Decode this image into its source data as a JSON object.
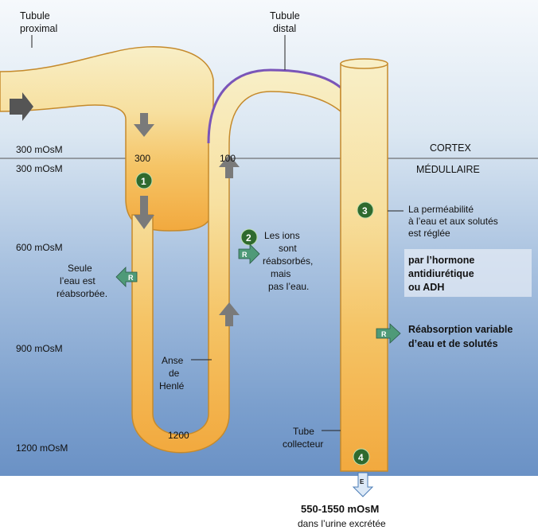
{
  "labels": {
    "proximal_l1": "Tubule",
    "proximal_l2": "proximal",
    "distal_l1": "Tubule",
    "distal_l2": "distal",
    "osm_300_cortex": "300 mOsM",
    "osm_300_med": "300 mOsM",
    "osm_600": "600 mOsM",
    "osm_900": "900 mOsM",
    "osm_1200": "1200 mOsM",
    "cortex": "CORTEX",
    "medullaire": "MÉDULLAIRE",
    "val_300": "300",
    "val_100": "100",
    "val_1200": "1200",
    "step_1": "1",
    "step_2": "2",
    "step_3": "3",
    "step_4": "4",
    "seule_l1": "Seule",
    "seule_l2": "l’eau est",
    "seule_l3": "réabsorbée.",
    "ions_l1": "Les ions",
    "ions_l2": "sont",
    "ions_l3": "réabsorbés,",
    "ions_l4": "mais",
    "ions_l5": "pas l’eau.",
    "perm_l1": "La perméabilité",
    "perm_l2": "à l’eau et aux solutés",
    "perm_l3": "est réglée",
    "adh_l1": "par l’hormone",
    "adh_l2": "antidiurétique",
    "adh_l3": "ou ADH",
    "reab_l1": "Réabsorption variable",
    "reab_l2": "d’eau et de solutés",
    "anse_l1": "Anse",
    "anse_l2": "de",
    "anse_l3": "Henlé",
    "tube_l1": "Tube",
    "tube_l2": "collecteur",
    "out_value": "550-1550 mOsM",
    "out_desc": "dans l’urine excrétée",
    "r_marker": "R",
    "e_marker": "E"
  },
  "colors": {
    "tube_fill_top": "#f6e9b2",
    "tube_fill_bottom": "#f4b24a",
    "tube_outline": "#c58a2c",
    "distal_outline": "#7a55b8",
    "step_circle": "#2f6a2e",
    "marker_fill": "#4f9a78",
    "bg_top": "#f2f7fb",
    "bg_bottom": "#6b93c6"
  }
}
